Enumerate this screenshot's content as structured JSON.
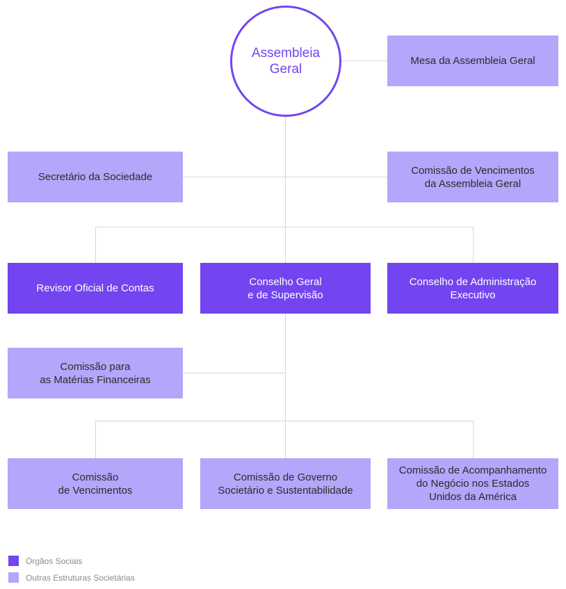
{
  "colors": {
    "orgaos_sociais": "#7245f0",
    "outras_estruturas": "#b3a6fb",
    "connector": "#d6d6d6",
    "circle_text": "#7245f0"
  },
  "nodes": {
    "assembleia": {
      "line1": "Assembleia",
      "line2": "Geral"
    },
    "mesa": {
      "line1": "Mesa da Assembleia Geral"
    },
    "secretario": {
      "line1": "Secretário da Sociedade"
    },
    "comissao_venc_ag": {
      "line1": "Comissão de Vencimentos",
      "line2": "da Assembleia Geral"
    },
    "revisor": {
      "line1": "Revisor Oficial de Contas"
    },
    "conselho_geral": {
      "line1": "Conselho Geral",
      "line2": "e de Supervisão"
    },
    "conselho_admin": {
      "line1": "Conselho de Administração",
      "line2": "Executivo"
    },
    "comissao_financeiras": {
      "line1": "Comissão para",
      "line2": "as Matérias Financeiras"
    },
    "comissao_vencimentos": {
      "line1": "Comissão",
      "line2": "de Vencimentos"
    },
    "comissao_governo": {
      "line1": "Comissão de Governo",
      "line2": "Societário e Sustentabilidade"
    },
    "comissao_eua": {
      "line1": "Comissão de Acompanhamento",
      "line2": "do Negócio nos Estados",
      "line3": "Unidos da América"
    }
  },
  "legend": {
    "orgaos_sociais": "Órgãos Sociais",
    "outras_estruturas": "Outras Estruturas Societárias"
  }
}
